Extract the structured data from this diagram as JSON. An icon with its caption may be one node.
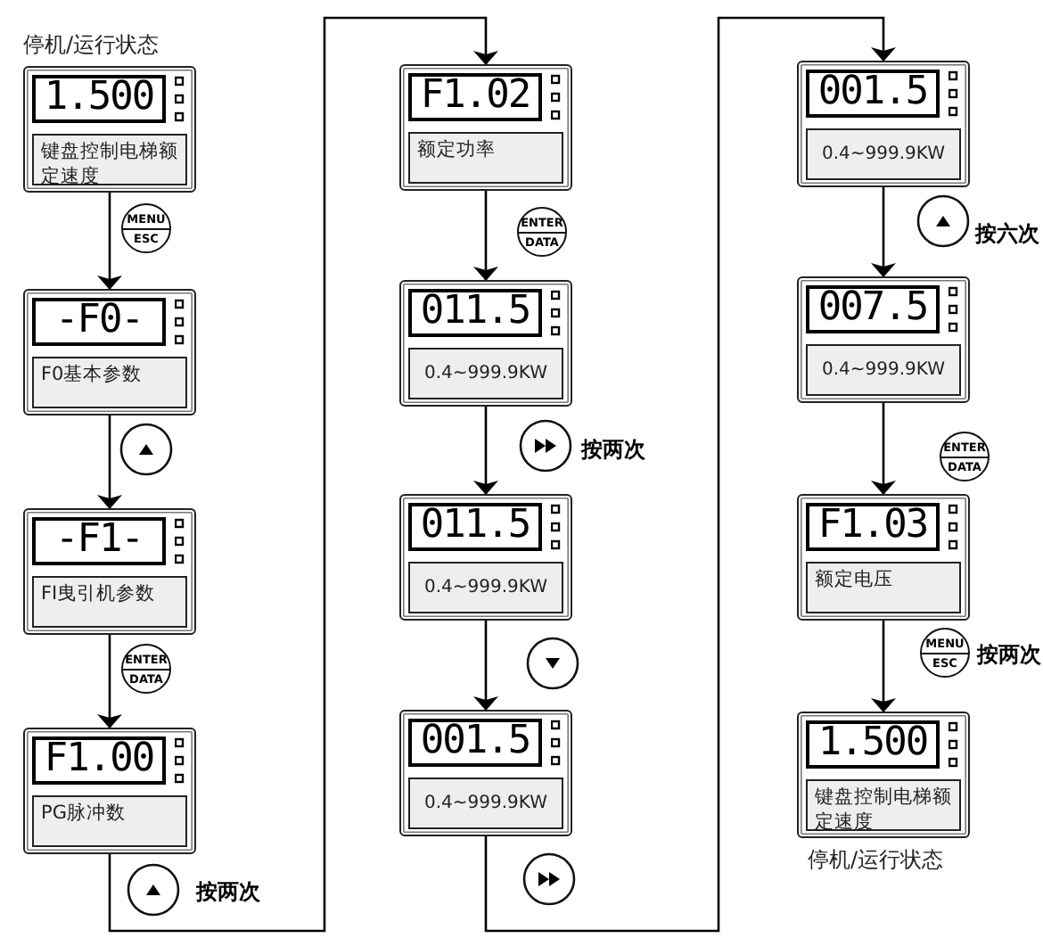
{
  "diagram": {
    "nodes": [
      {
        "text": [
          "1.500",
          "键盘控制电梯额定速度"
        ],
        "beside": [
          "停机/运行状态"
        ]
      },
      {
        "text": [
          "-F0-",
          "F0基本参数"
        ]
      },
      {
        "text": [
          "-F1-",
          "FI曳引机参数"
        ]
      },
      {
        "text": [
          "F1.00",
          "PG脉冲数"
        ]
      },
      {
        "text": [
          "F1.02",
          "额定功率"
        ]
      },
      {
        "text": [
          "011.5",
          "0.4~999.9KW"
        ]
      },
      {
        "text": [
          "011.5",
          "0.4~999.9KW"
        ]
      },
      {
        "text": [
          "001.5",
          "0.4~999.9KW"
        ]
      },
      {
        "text": [
          "001.5",
          "0.4~999.9KW"
        ]
      },
      {
        "text": [
          "007.5",
          "0.4~999.9KW"
        ]
      },
      {
        "text": [
          "F1.03",
          "额定电压"
        ]
      },
      {
        "text": [
          "1.500",
          "键盘控制电梯额定速度"
        ],
        "beside": [
          "停机/运行状态"
        ]
      }
    ],
    "edges": [
      {
        "from": 0,
        "to": 1,
        "arrow": "to"
      },
      {
        "from": 1,
        "to": 2,
        "arrow": "to"
      },
      {
        "from": 2,
        "to": 3,
        "arrow": "to"
      },
      {
        "from": 3,
        "to": 4,
        "arrow": "to",
        "label": "按两次"
      },
      {
        "from": 4,
        "to": 5,
        "arrow": "to"
      },
      {
        "from": 5,
        "to": 6,
        "arrow": "to",
        "label": "按两次"
      },
      {
        "from": 6,
        "to": 7,
        "arrow": "to"
      },
      {
        "from": 7,
        "to": 8,
        "arrow": "to"
      },
      {
        "from": 8,
        "to": 9,
        "arrow": "to",
        "label": "按六次"
      },
      {
        "from": 9,
        "to": 10,
        "arrow": "to"
      },
      {
        "from": 10,
        "to": 11,
        "arrow": "to",
        "label": "按两次"
      }
    ],
    "labels": [
      "MENU",
      "ESC",
      "ENTER",
      "DATA",
      "ENTER",
      "DATA",
      "ENTER",
      "DATA",
      "MENU",
      "ESC"
    ]
  }
}
